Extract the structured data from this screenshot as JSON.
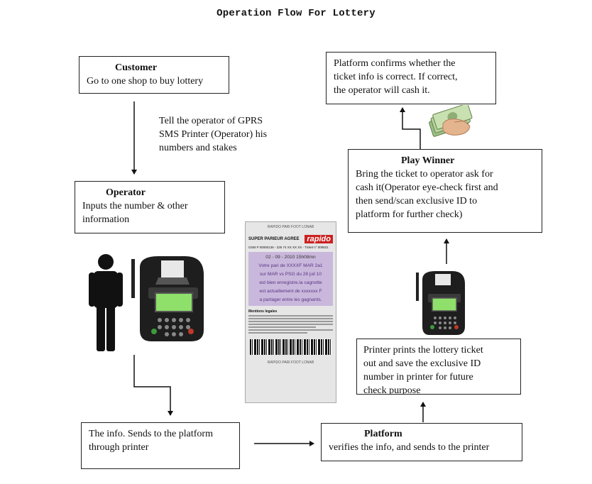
{
  "title": "Operation Flow For Lottery",
  "customer": {
    "heading": "Customer",
    "text": "Go to one shop to buy lottery"
  },
  "tell_note": {
    "line1": "Tell the operator of GPRS",
    "line2": "SMS Printer (Operator) his",
    "line3": "numbers and stakes"
  },
  "operator": {
    "heading": "Operator",
    "line1": "Inputs the number & other",
    "line2": "information"
  },
  "info_box": {
    "line1": "The info. Sends to the platform",
    "line2": "through printer"
  },
  "platform": {
    "heading": "Platform",
    "text": "verifies the info, and sends to the printer"
  },
  "printer_prints": {
    "line1": "Printer prints the lottery ticket",
    "line2": "out and save the exclusive ID",
    "line3": "number in printer for future",
    "line4": "check purpose"
  },
  "play_winner": {
    "heading": "Play Winner",
    "line1": "Bring the ticket to operator ask for",
    "line2": "cash it(Operator eye-check first and",
    "line3": "then send/scan exclusive ID to",
    "line4": "platform for further check)"
  },
  "platform_confirms": {
    "line1": "Platform confirms whether the",
    "line2": "ticket info is correct. If correct,",
    "line3": "the operator will cash it."
  },
  "ticket": {
    "header": "RAPIDO PARI FOOT LONAB",
    "agree": "SUPER PARIEUR AGREE",
    "brand": "rapido",
    "gsm": "GSM P 00000136 - 226 74 XX XX XX - Ticket n° 000621",
    "date": "02 - 09 - 2010    15h08mn",
    "line1": "Votre pari de XXXXF MAR 2a1",
    "line2": "sur MAR vs PSG du 28 juil 10",
    "line3": "est bien enregistre.la cagnotte",
    "line4": "est actuellement de xxxxxxx F",
    "line5": "a partager entre les gagnants.",
    "mentions": "Mentions legales",
    "footer": "RAPIDO PARI FOOT LONAB"
  },
  "colors": {
    "line": "#111111",
    "screen": "#8fe06a",
    "ticket_purple": "#7a4a9a"
  }
}
